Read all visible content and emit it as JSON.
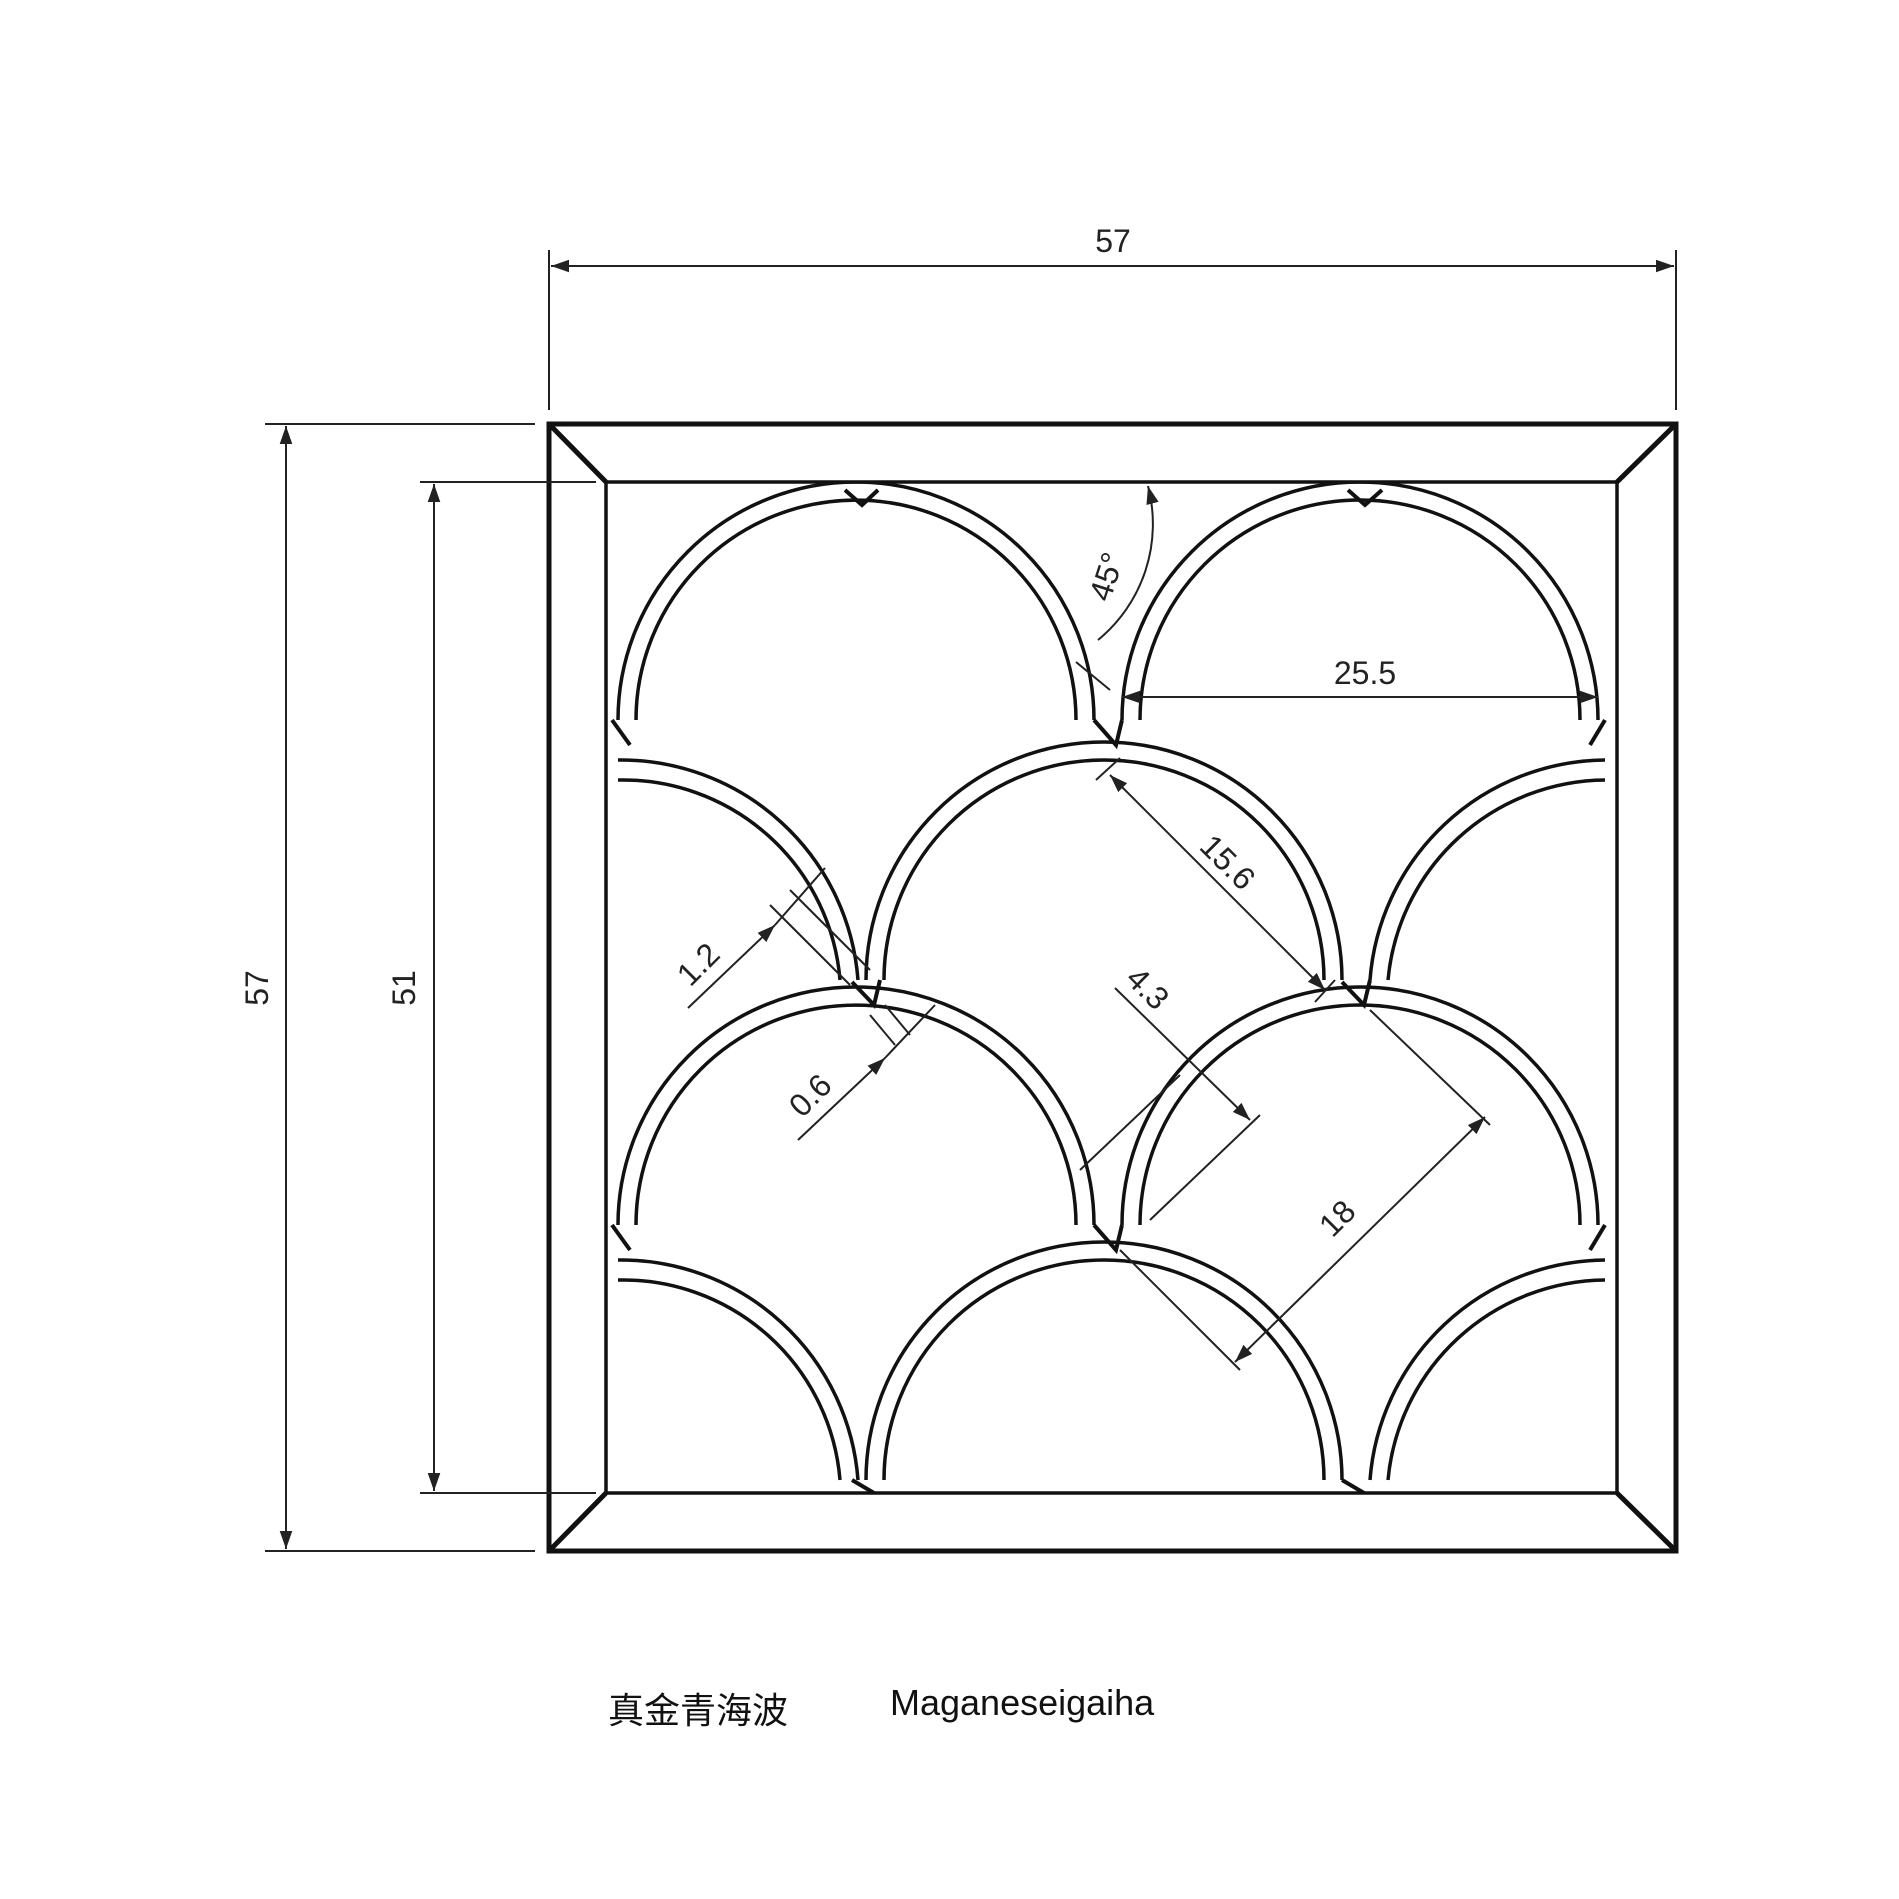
{
  "dimensions": {
    "overall_width": "57",
    "overall_height": "57",
    "inner_height": "51",
    "arc_span": "25.5",
    "angle": "45°",
    "segment_15_6": "15.6",
    "segment_18": "18",
    "segment_4_3": "4.3",
    "thickness_1_2": "1.2",
    "gap_0_6": "0.6"
  },
  "caption": {
    "japanese": "真金青海波",
    "romaji": "Maganeseigaiha"
  }
}
